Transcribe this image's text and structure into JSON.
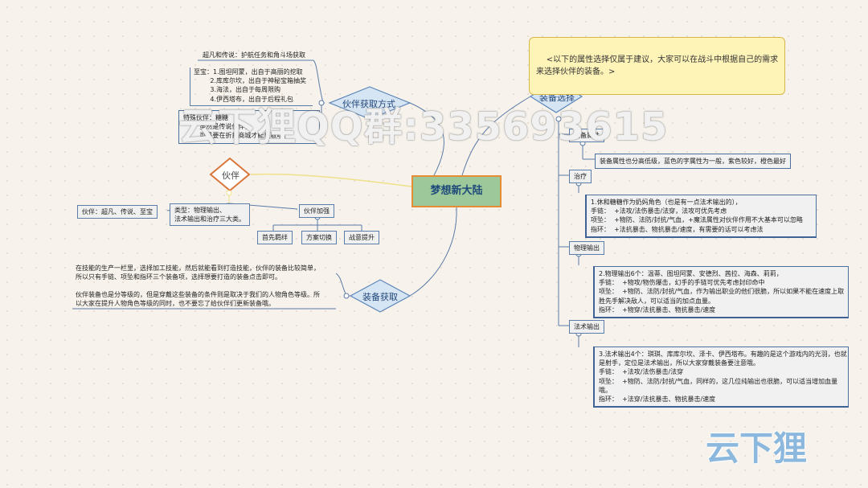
{
  "central": {
    "title": "梦想新大陆"
  },
  "branches": {
    "companion_source": {
      "label": "伙伴获取方式"
    },
    "companion": {
      "label": "伙伴"
    },
    "equip_select": {
      "label": "装备选择"
    },
    "equip_get": {
      "label": "装备获取"
    }
  },
  "note": {
    "text": "<以下的属性选择仅属于建议，大家可以在战斗中根据自己的需求\n来选择伙伴的装备。>"
  },
  "companion_source_items": {
    "normal_legend": "超凡和传说：护航任务和角斗场获取",
    "treasure": "至宝：1.图坦阿蒙，出自于高丽的挖取\n        2.库库尔坎，出自于神秘宝箱抽奖\n        3.海法，出自于每周限购\n        4.伊西塔布，出自于后程礼包",
    "special": "特殊伙伴：糖糖\n        虽然是传说伙伴，\n        可是要在折扣商城才能获取哦。"
  },
  "companion_items": {
    "rarity": "伙伴：超凡、传说、至宝",
    "types": "类型：物理输出、\n法术输出和治疗三大类。",
    "enhance": "伙伴加强",
    "sub1": "首先羁绊",
    "sub2": "方案切换",
    "sub3": "战意提升"
  },
  "equip_get_items": {
    "p1": "在技能的生产一栏里，选择加工技能，然后就能看到打造技能，伙伴的装备比较简单，\n所以只有手链、项坠和指环三个装备项，选择想要打造的装备点击即可。",
    "p2": "伙伴装备也是分等级的，但是穿戴这些装备的条件则是取决于我们的人物角色等级。所\n以大家在提升人物角色等级的同时，也不要忘了给伙伴们更新装备哦。"
  },
  "equip_select_items": {
    "attr_tag": "装备属性",
    "attr_text": "装备属性也分高低级，蓝色的字属性为一般，紫色较好，橙色最好",
    "heal_tag": "治疗",
    "heal_text": "1.休和糖糖作为奶妈角色（也是有一点法术输出的），\n手链：  +法攻/法伤暴击/法穿，法攻可优先考虑\n项坠：  +物防、法防/封抗/气血，+魔法属性对伙伴作用不大基本可以忽略\n指环：  +法抗暴击、物抗暴击/速度，有需要的话可以考虑法",
    "phys_tag": "物理输出",
    "phys_text": "2.物理输出6个：温蒂、图坦阿蒙、安德烈、茜拉、海森、莉莉，\n手链：  +物攻/物伤爆击，幻手的手链可优先考虑封印命中\n项坠：  +物防、法防/封抗/气血，作为输出职业的他们很脆，所以如果不能在速度上取\n胜先手解决敌人，可以适当的加点血量。\n指环：  +物穿/法抗暴击、物抗暴击/速度",
    "magic_tag": "法术输出",
    "magic_text": "3.法术输出4个：琪琪、库库尔坎、泽卡、伊西塔布。有趣的是这个游戏内的光羽，也就\n是射手，定位是法术输出，所以大家穿戴装备要注意哦。\n手链：  +法攻/法伤暴击/法穿\n项坠：  +物防、法防/封抗/气血，同样的，这几位纯输出也很脆，可以适当增加血量\n哦。\n指环：  +法穿/法抗暴击、物抗暴击/速度"
  },
  "watermarks": {
    "main": "云下狸QQ群:335693615",
    "logo": "云下狸"
  },
  "colors": {
    "line_blue": "#5a7aa6",
    "line_yellow": "#efe08a",
    "diamond_fill": "#d6e5f3",
    "diamond_stroke": "#5c86b8",
    "companion_diamond_stroke": "#d9763a"
  }
}
